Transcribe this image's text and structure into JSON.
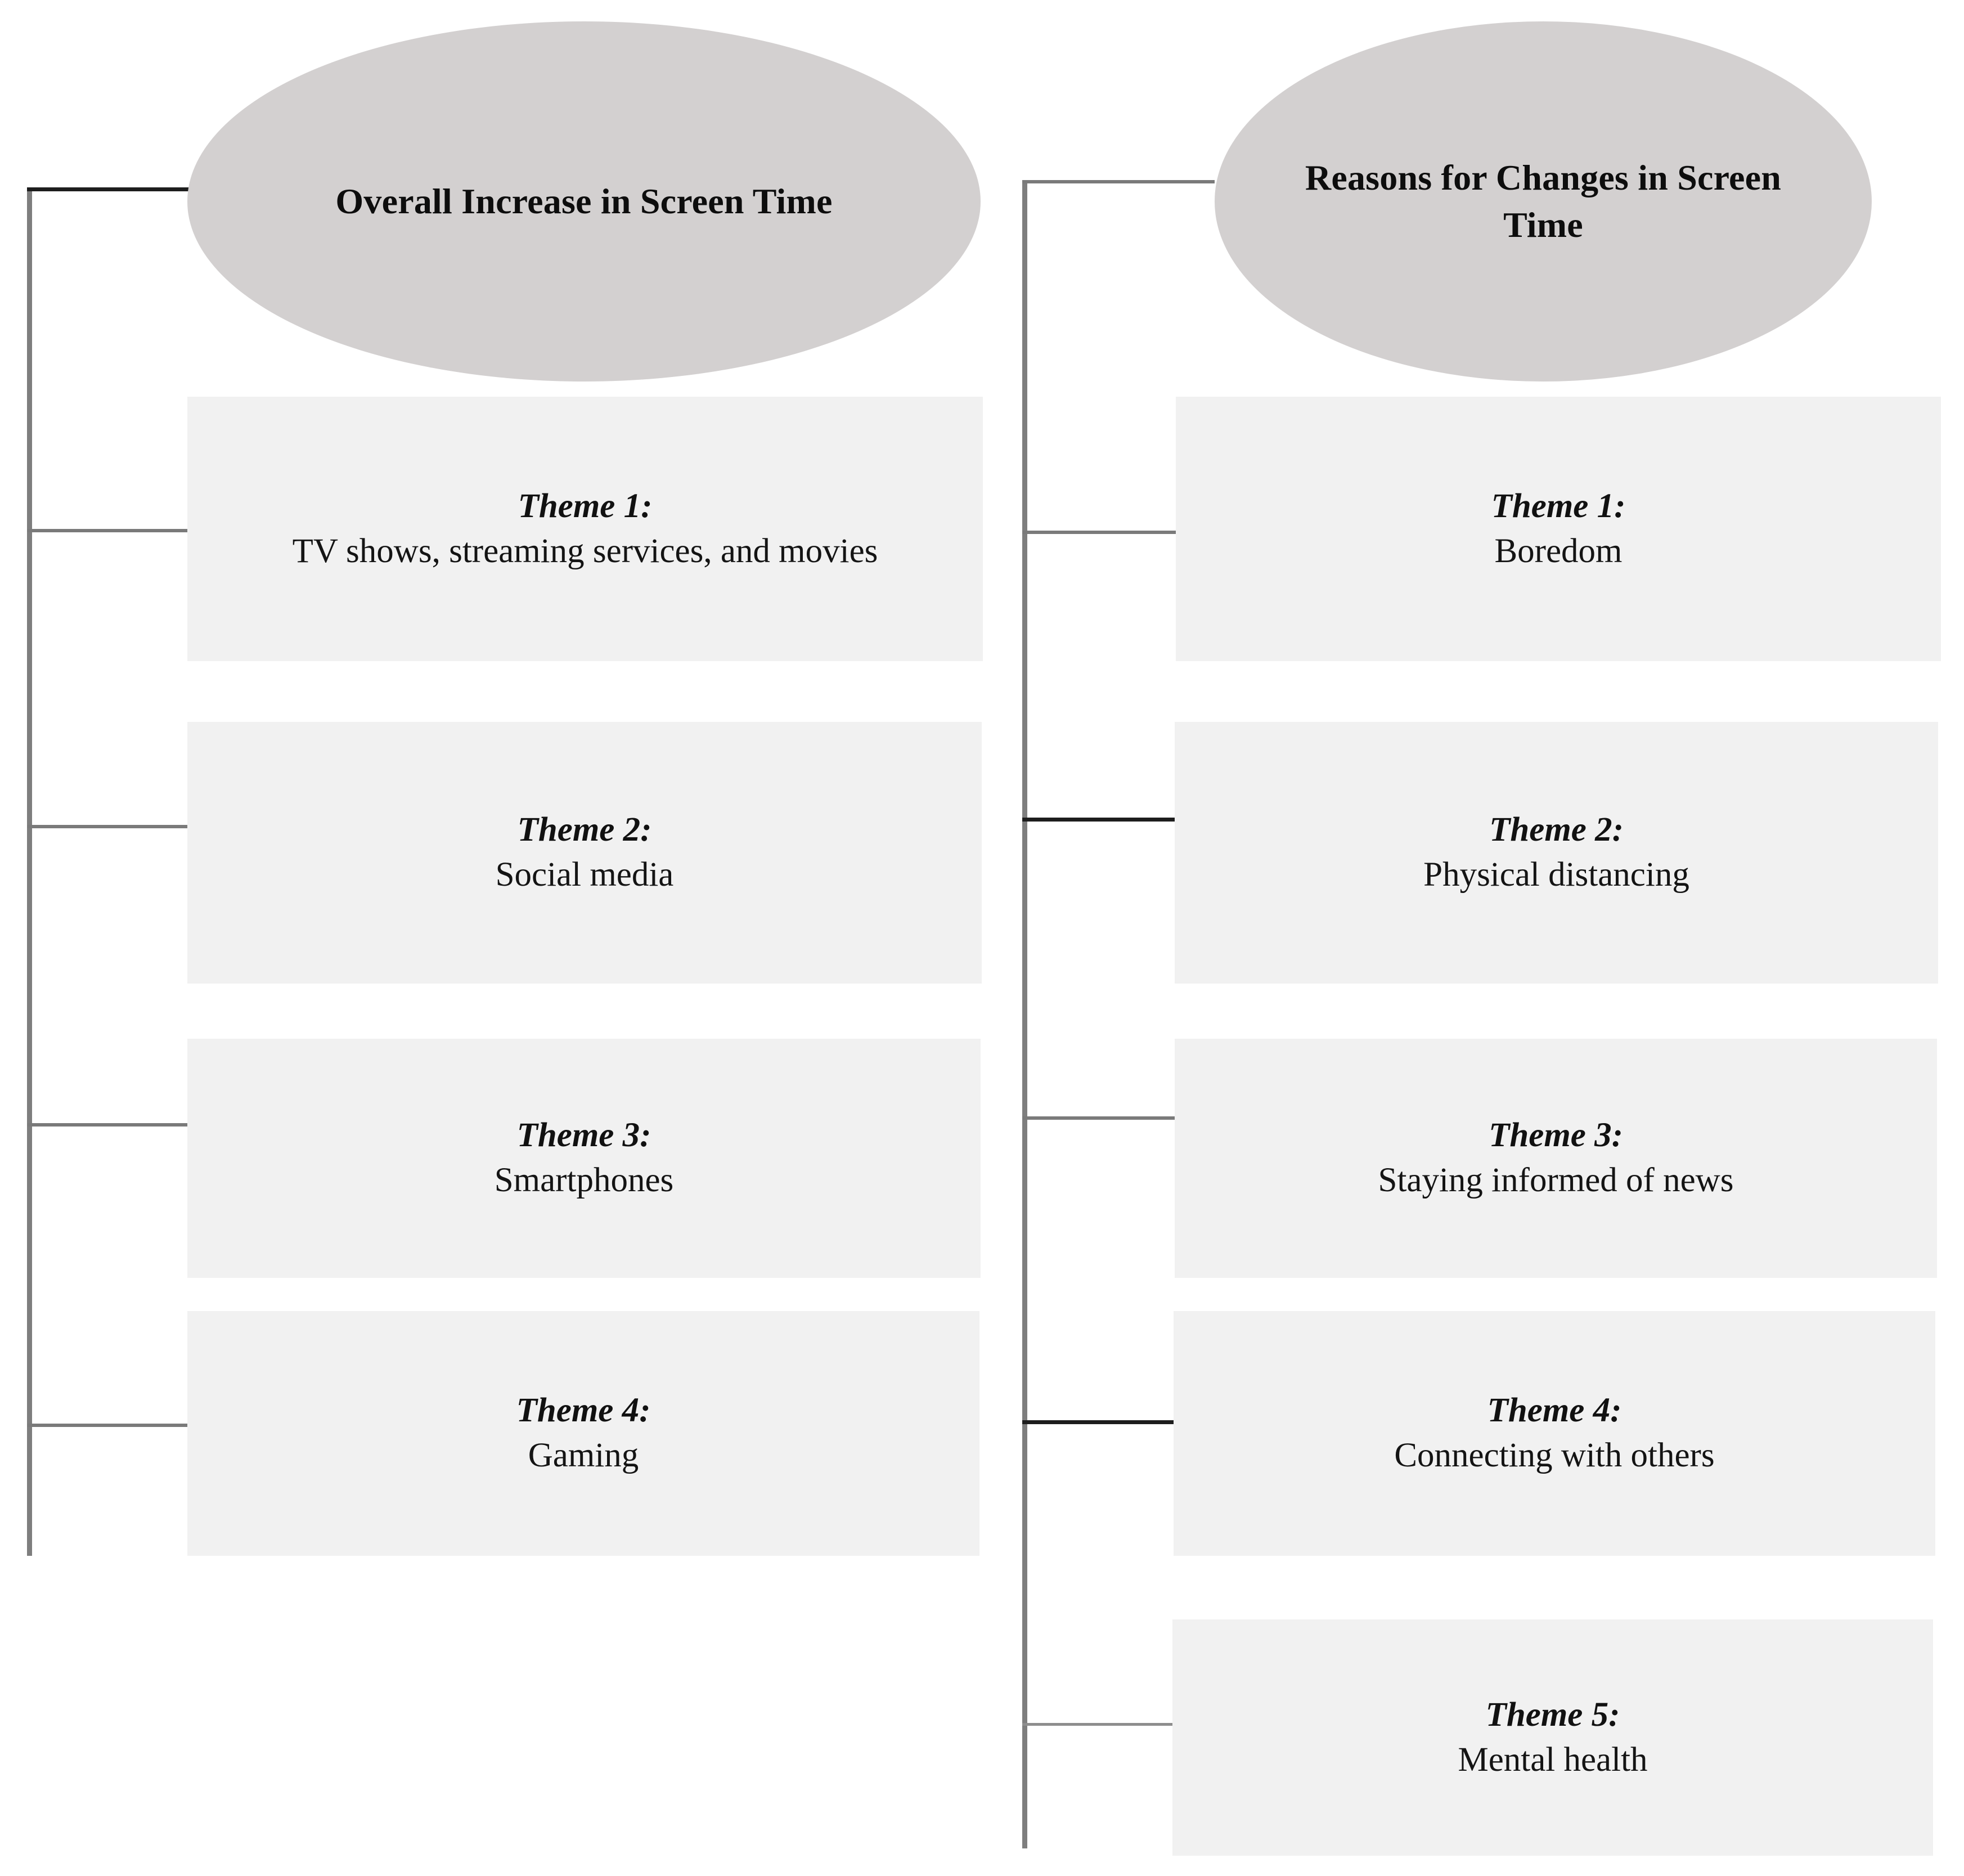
{
  "figure": {
    "type": "thematic-map",
    "background_color": "#ffffff",
    "node_fill": "#d3d0d0",
    "box_fill": "#f1f1f1",
    "line_color": "#7e7e7e"
  },
  "branches": [
    {
      "id": "overall-increase",
      "root_label": "Overall Increase in Screen Time",
      "themes": [
        {
          "title": "Theme 1:",
          "body": "TV shows, streaming services, and movies"
        },
        {
          "title": "Theme 2:",
          "body": "Social media"
        },
        {
          "title": "Theme 3:",
          "body": "Smartphones"
        },
        {
          "title": "Theme 4:",
          "body": "Gaming"
        }
      ]
    },
    {
      "id": "reasons-for-changes",
      "root_label": "Reasons for Changes in Screen Time",
      "themes": [
        {
          "title": "Theme 1:",
          "body": "Boredom"
        },
        {
          "title": "Theme 2:",
          "body": "Physical distancing"
        },
        {
          "title": "Theme 3:",
          "body": "Staying informed of news"
        },
        {
          "title": "Theme 4:",
          "body": "Connecting with others"
        },
        {
          "title": "Theme 5:",
          "body": "Mental health"
        }
      ]
    }
  ]
}
